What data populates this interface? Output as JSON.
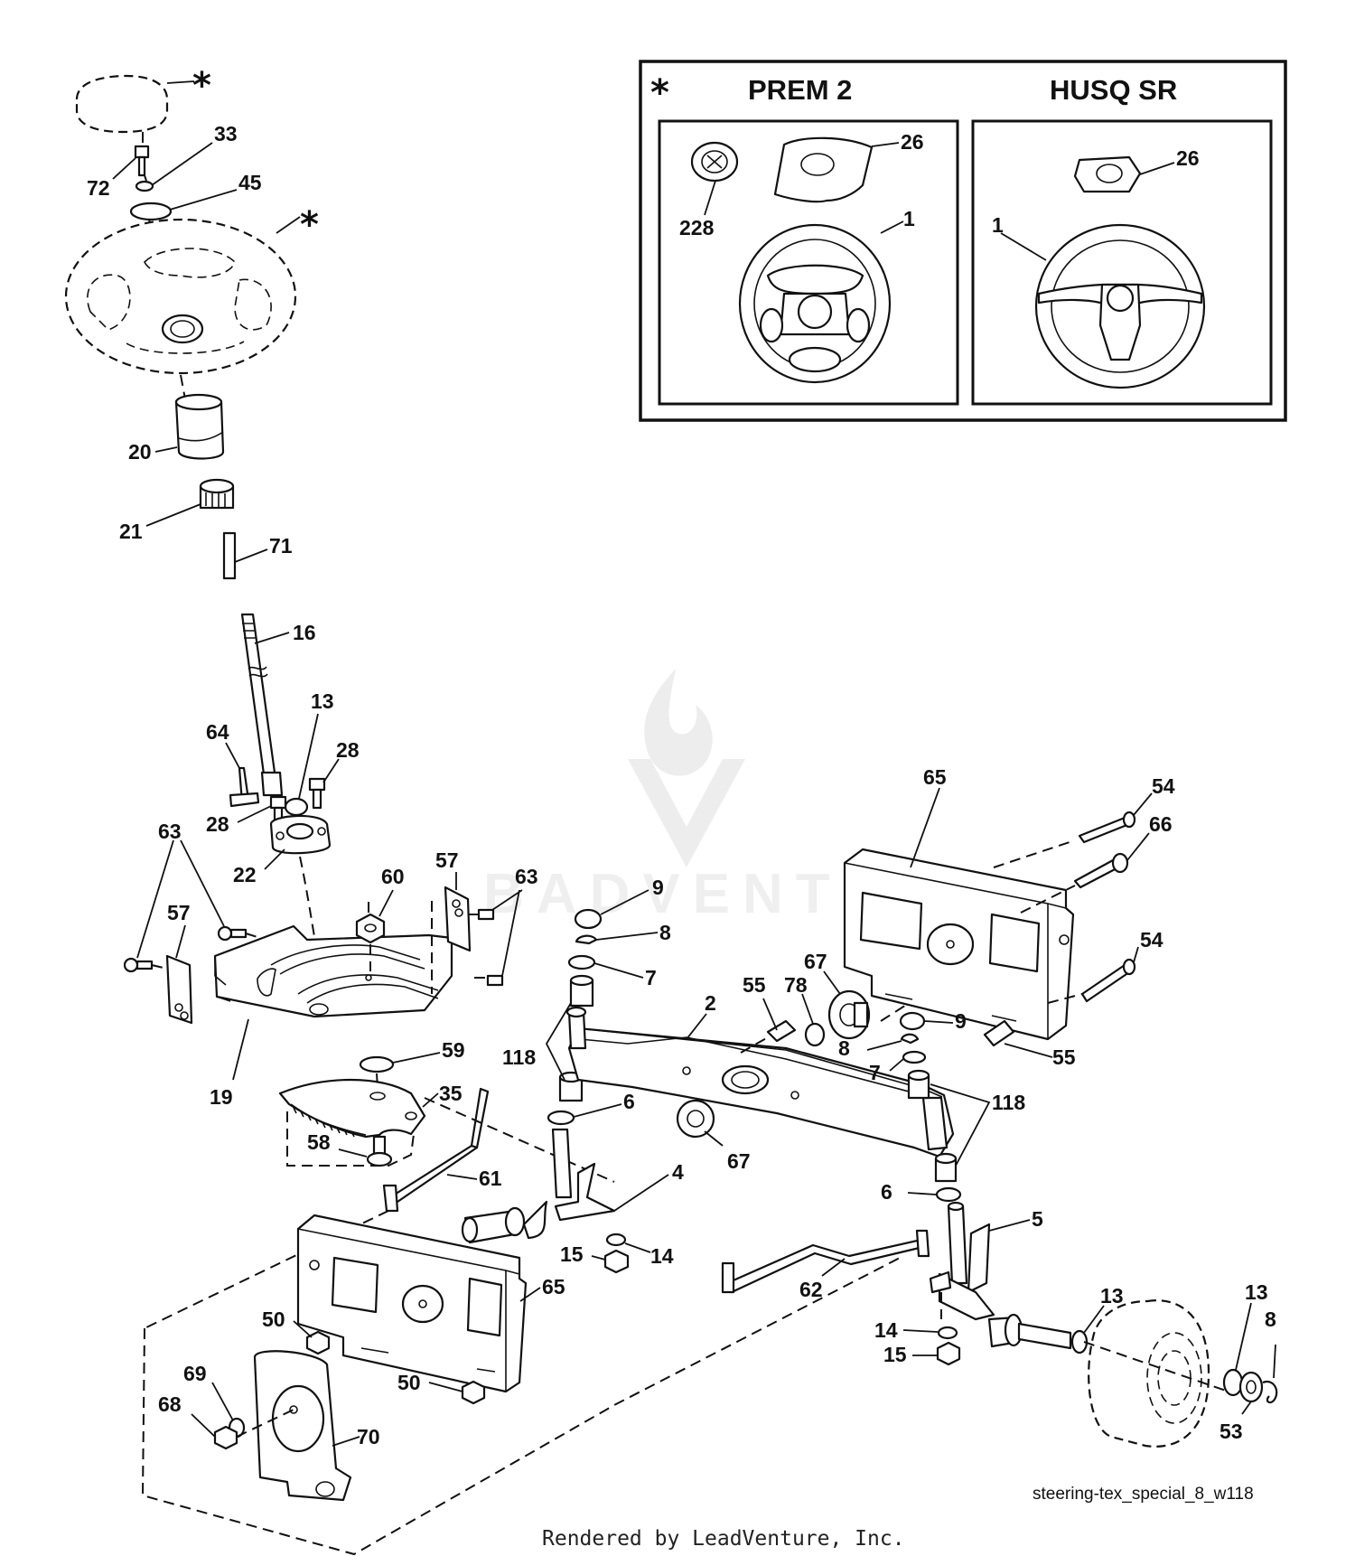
{
  "inset": {
    "marker": "*",
    "left_panel": {
      "title": "PREM 2",
      "callouts": [
        "26",
        "228",
        "1"
      ]
    },
    "right_panel": {
      "title": "HUSQ SR",
      "callouts": [
        "26",
        "1"
      ]
    }
  },
  "callouts": [
    "*",
    "33",
    "72",
    "45",
    "*",
    "20",
    "21",
    "71",
    "16",
    "13",
    "64",
    "28",
    "28",
    "22",
    "63",
    "57",
    "60",
    "57",
    "63",
    "19",
    "59",
    "35",
    "58",
    "61",
    "9",
    "8",
    "7",
    "118",
    "6",
    "4",
    "15",
    "14",
    "2",
    "55",
    "78",
    "67",
    "67",
    "65",
    "54",
    "66",
    "54",
    "9",
    "8",
    "7",
    "55",
    "118",
    "6",
    "5",
    "62",
    "14",
    "15",
    "13",
    "13",
    "8",
    "53",
    "65",
    "50",
    "69",
    "68",
    "70",
    "50"
  ],
  "drawing_code": "steering-tex_special_8_w118",
  "footer": "Rendered by LeadVenture, Inc.",
  "watermark": "BADVENTURE"
}
